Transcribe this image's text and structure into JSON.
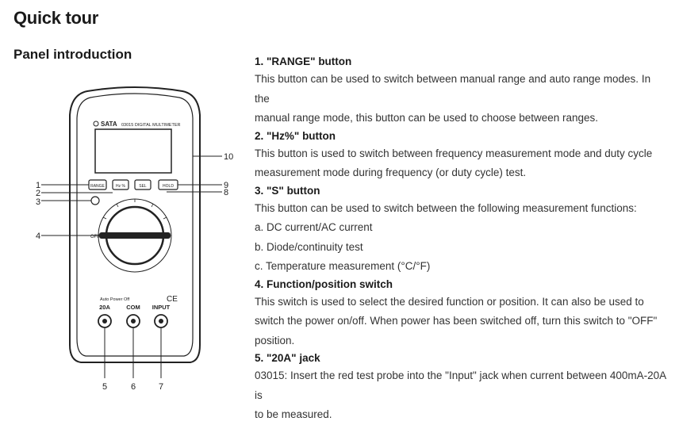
{
  "page": {
    "title": "Quick tour",
    "section": "Panel introduction"
  },
  "figure": {
    "brand": "SATA",
    "model": "03015 DIGITAL MULTIMETER",
    "buttons": [
      "RANGE",
      "Hz %",
      "SEL",
      "HOLD"
    ],
    "auto_power_off": "Auto Power Off",
    "ce_mark": "CE",
    "jacks": [
      "20A",
      "COM",
      "INPUT"
    ],
    "dial_off": "OFF",
    "callouts": [
      "1",
      "2",
      "3",
      "4",
      "5",
      "6",
      "7",
      "8",
      "9",
      "10"
    ]
  },
  "items": [
    {
      "title": "1. \"RANGE\" button",
      "lines": [
        "This button can be used to switch between manual range and auto range modes. In the",
        "manual range mode, this button can be used to choose between ranges."
      ]
    },
    {
      "title": "2. \"Hz%\" button",
      "lines": [
        "This button is used to switch between frequency measurement mode and duty cycle",
        "measurement mode during frequency (or duty cycle) test."
      ]
    },
    {
      "title": "3. \"S\" button",
      "lines": [
        "This button can be used to switch between the following measurement functions:",
        "a. DC current/AC current",
        "b. Diode/continuity test",
        "c. Temperature measurement (°C/°F)"
      ]
    },
    {
      "title": "4. Function/position switch",
      "lines": [
        "This switch is used to select the desired function or position. It can also be used to",
        "switch the power on/off. When power has been switched off, turn this switch to \"OFF\"",
        "position."
      ]
    },
    {
      "title": "5. \"20A\" jack",
      "lines": [
        "03015: Insert the red test probe into the \"Input\" jack when current between 400mA-20A is",
        "to be measured."
      ]
    }
  ]
}
